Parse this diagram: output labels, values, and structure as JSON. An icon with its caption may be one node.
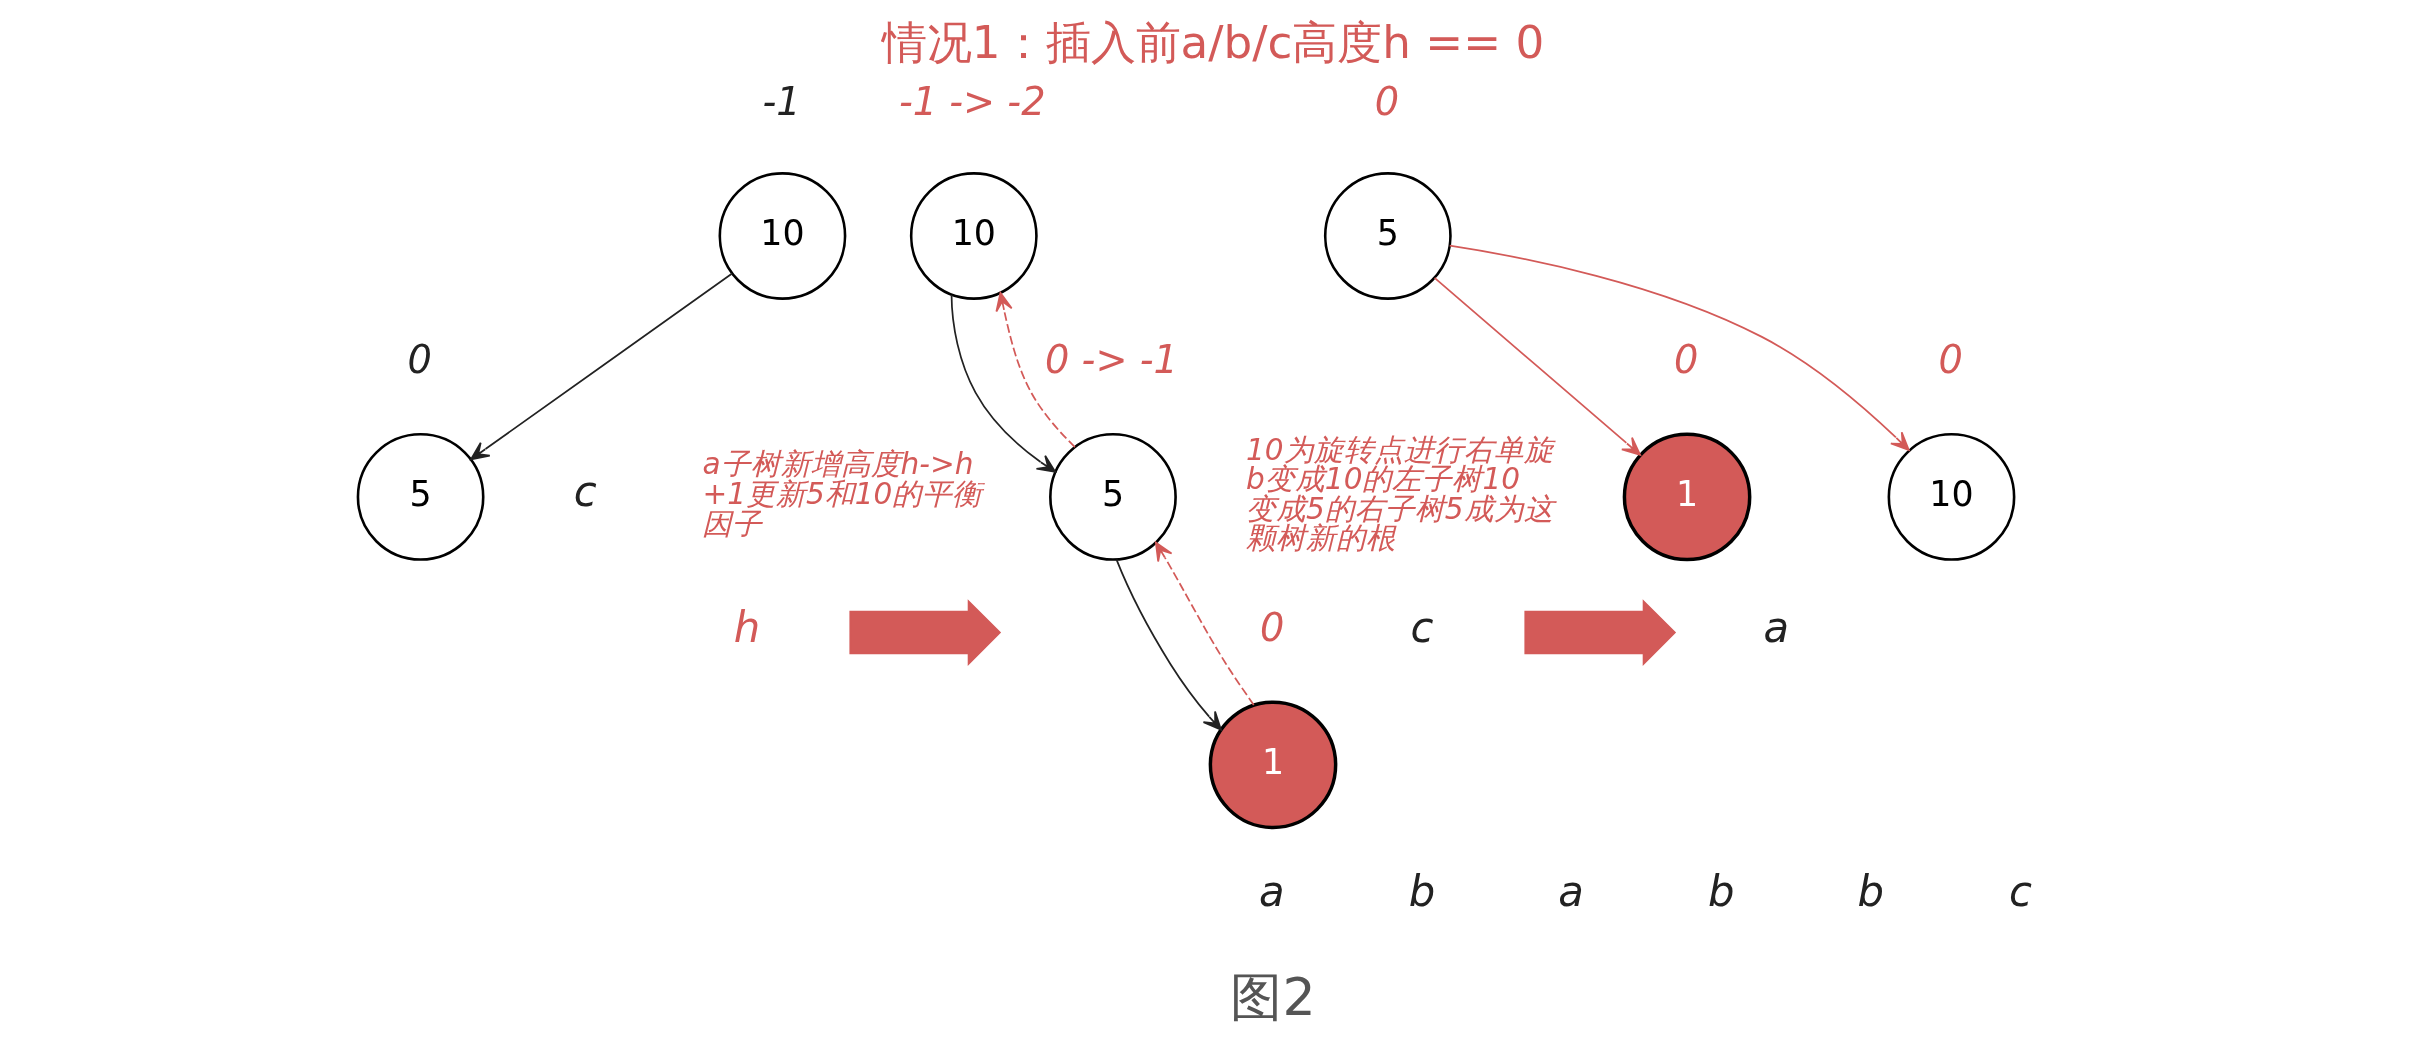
{
  "diagram": {
    "title": "情况1：插入前a/b/c高度h == 0",
    "caption": "图2",
    "nodes": [
      {
        "text": [
          "10"
        ],
        "beside": [
          "-1"
        ]
      },
      {
        "text": [
          "5"
        ],
        "beside": [
          "0"
        ]
      },
      {
        "text": [],
        "shape": "arrow"
      },
      {
        "text": [
          "10"
        ],
        "beside": [
          "-1 -> -2"
        ]
      },
      {
        "text": [
          "5"
        ],
        "beside": [
          "0 -> -1"
        ]
      },
      {
        "text": [
          "1"
        ],
        "beside": [
          "0"
        ]
      },
      {
        "text": [],
        "shape": "arrow"
      },
      {
        "text": [
          "5"
        ],
        "beside": [
          "0"
        ]
      },
      {
        "text": [
          "1"
        ],
        "beside": [
          "0"
        ]
      },
      {
        "text": [
          "10"
        ],
        "beside": [
          "0"
        ]
      }
    ],
    "edges": [
      {
        "from": 0,
        "to": 1,
        "arrow": "to",
        "color": "#222222"
      },
      {
        "from": 3,
        "to": 4,
        "arrow": "to",
        "color": "#222222"
      },
      {
        "from": 4,
        "to": 5,
        "arrow": "to",
        "color": "#222222"
      },
      {
        "from": 5,
        "to": 4,
        "arrow": "to",
        "style": "dashed",
        "color": "#d35a58"
      },
      {
        "from": 4,
        "to": 3,
        "arrow": "to",
        "style": "dashed",
        "color": "#d35a58"
      },
      {
        "from": 7,
        "to": 8,
        "arrow": "to",
        "color": "#d35a58"
      },
      {
        "from": 7,
        "to": 9,
        "arrow": "to",
        "color": "#d35a58"
      }
    ],
    "labels": [
      "c",
      "a",
      "b",
      "h",
      "a子树新增高度h->h+1更新5和10的平衡因子",
      "a",
      "b",
      "c",
      "10为旋转点进行右单旋b变成10的左子树10变成5的右子树5成为这颗树新的根",
      "a",
      "b",
      "c"
    ]
  }
}
